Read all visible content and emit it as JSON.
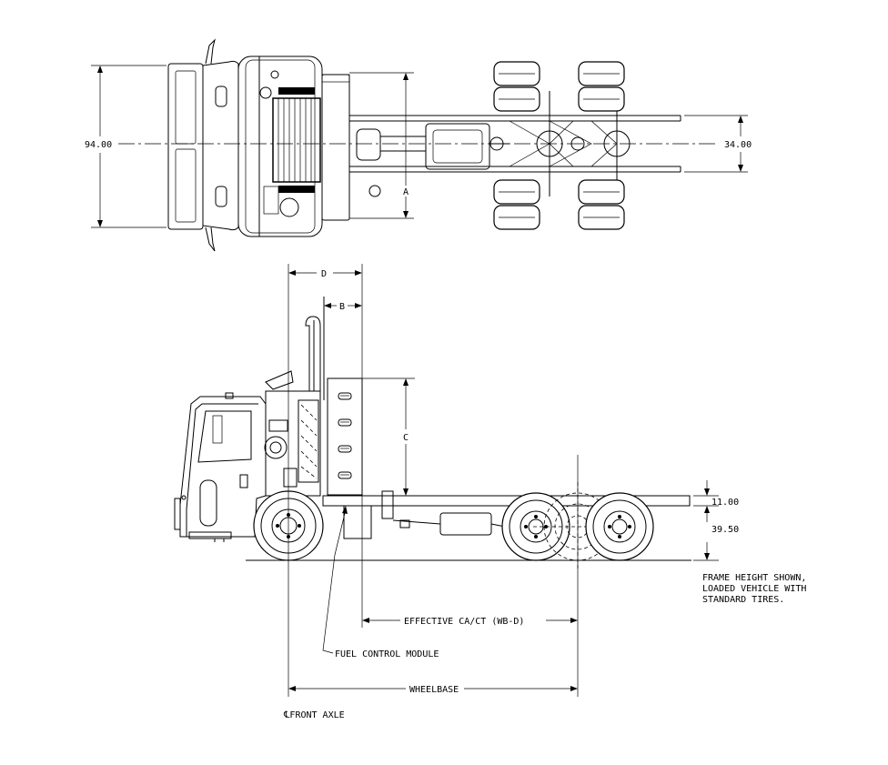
{
  "dimensions": {
    "overall_width": "94.00",
    "frame_width": "34.00",
    "label_a": "A",
    "label_b": "B",
    "label_c": "C",
    "label_d": "D",
    "frame_depth": "11.00",
    "frame_height": "39.50"
  },
  "callouts": {
    "effective_ca": "EFFECTIVE CA/CT (WB-D)",
    "fuel_module": "FUEL CONTROL MODULE",
    "wheelbase": "WHEELBASE",
    "front_axle": "℄FRONT AXLE"
  },
  "note": {
    "line1": "FRAME HEIGHT SHOWN,",
    "line2": "LOADED VEHICLE WITH",
    "line3": "STANDARD TIRES."
  }
}
